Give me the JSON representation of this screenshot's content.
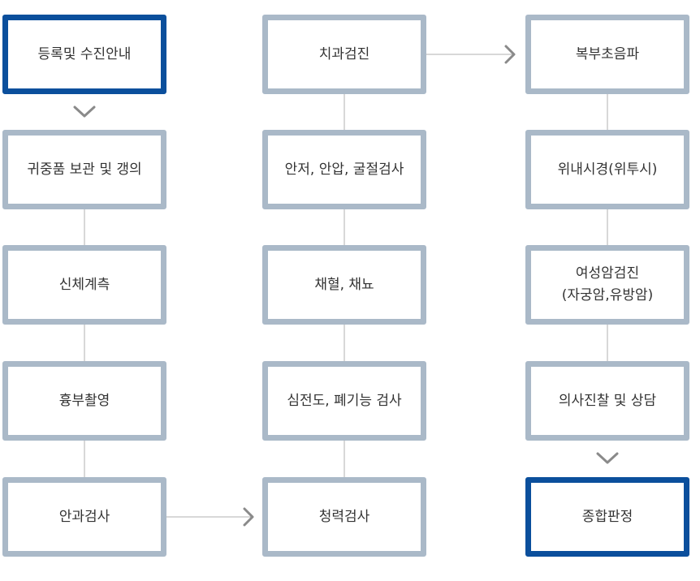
{
  "colors": {
    "box_border": "#aab9c8",
    "box_highlight": "#0b4f9c",
    "connector": "#b0b0b0",
    "arrow": "#8a8a8a",
    "text": "#333333"
  },
  "columns": [
    {
      "steps": [
        {
          "label": "등록및 수진안내",
          "highlight": true
        },
        {
          "label": "귀중품 보관 및 갱의",
          "highlight": false
        },
        {
          "label": "신체계측",
          "highlight": false
        },
        {
          "label": "흉부촬영",
          "highlight": false
        },
        {
          "label": "안과검사",
          "highlight": false
        }
      ]
    },
    {
      "steps": [
        {
          "label": "치과검진",
          "highlight": false
        },
        {
          "label": "안저, 안압, 굴절검사",
          "highlight": false
        },
        {
          "label": "채혈, 채뇨",
          "highlight": false
        },
        {
          "label": "심전도, 폐기능 검사",
          "highlight": false
        },
        {
          "label": "청력검사",
          "highlight": false
        }
      ]
    },
    {
      "steps": [
        {
          "label": "복부초음파",
          "highlight": false
        },
        {
          "label": "위내시경(위투시)",
          "highlight": false
        },
        {
          "label": "여성암검진\n(자궁암,유방암)",
          "highlight": false
        },
        {
          "label": "의사진찰 및 상담",
          "highlight": false
        },
        {
          "label": "종합판정",
          "highlight": true
        }
      ]
    }
  ]
}
